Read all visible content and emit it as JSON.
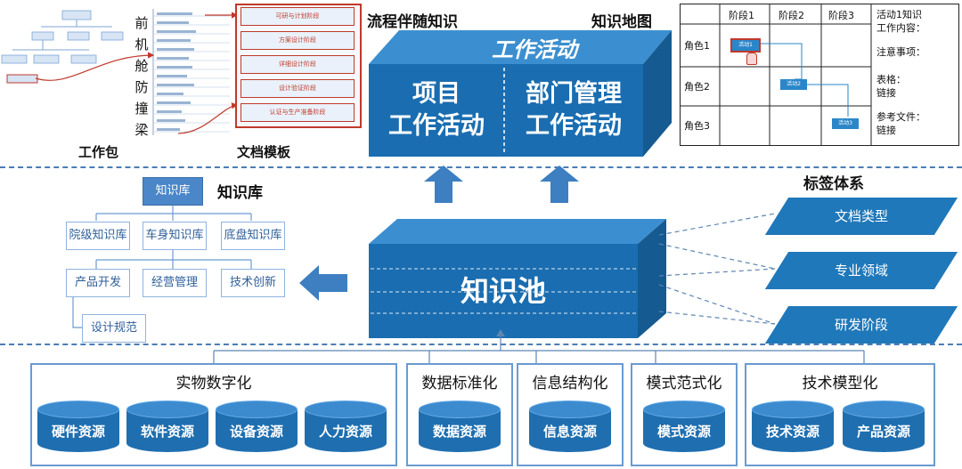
{
  "top_left": {
    "vertical_label": [
      "前",
      "机",
      "舱",
      "防",
      "撞",
      "梁"
    ],
    "work_package_label": "工作包",
    "doc_template_label": "文档模板",
    "template_items": [
      "可研与计划阶段",
      "方案设计阶段",
      "详细设计阶段",
      "设计验证阶段",
      "认证与生产准备阶段"
    ]
  },
  "process_knowledge": {
    "title": "流程伴随知识",
    "work_activity": "工作活动",
    "project_activity": [
      "项目",
      "工作活动"
    ],
    "dept_activity": [
      "部门管理",
      "工作活动"
    ]
  },
  "knowledge_map": {
    "title": "知识地图",
    "phases": [
      "阶段1",
      "阶段2",
      "阶段3"
    ],
    "roles": [
      "角色1",
      "角色2",
      "角色3"
    ],
    "activities": [
      "活动1",
      "活动2",
      "活动3"
    ],
    "info": {
      "item1": "活动1知识",
      "item1b": "工作内容：",
      "item2": "注意事项：",
      "item3": "表格：",
      "item3b": "链接",
      "item4": "参考文件：",
      "item4b": "链接"
    }
  },
  "knowledge_base": {
    "title": "知识库",
    "root": "知识库",
    "level2": [
      "院级知识库",
      "车身知识库",
      "底盘知识库"
    ],
    "level3": [
      "产品开发",
      "经营管理",
      "技术创新"
    ],
    "level4": [
      "设计规范"
    ]
  },
  "knowledge_pool": {
    "label": "知识池"
  },
  "tag_system": {
    "title": "标签体系",
    "tags": [
      "文档类型",
      "专业领域",
      "研发阶段"
    ]
  },
  "resources": {
    "physical": {
      "title": "实物数字化",
      "items": [
        "硬件资源",
        "软件资源",
        "设备资源",
        "人力资源"
      ]
    },
    "data": {
      "title": "数据标准化",
      "items": [
        "数据资源"
      ]
    },
    "info": {
      "title": "信息结构化",
      "items": [
        "信息资源"
      ]
    },
    "mode": {
      "title": "模式范式化",
      "items": [
        "模式资源"
      ]
    },
    "tech": {
      "title": "技术模型化",
      "items": [
        "技术资源",
        "产品资源"
      ]
    }
  },
  "colors": {
    "primary": "#1f78b9",
    "dark": "#155a90",
    "accent_red": "#c0392b",
    "separator": "#4a7db5"
  }
}
